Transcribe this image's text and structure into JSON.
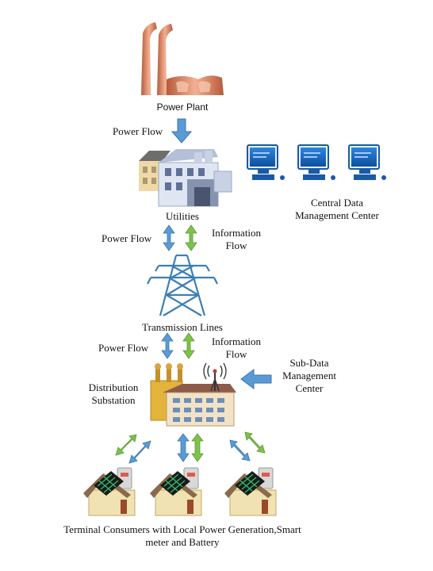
{
  "nodes": {
    "power_plant": "Power Plant",
    "utilities": "Utilities",
    "central_data_center_line1": "Central Data",
    "central_data_center_line2": "Management Center",
    "transmission_lines": "Transmission Lines",
    "distribution_substation_line1": "Distribution",
    "distribution_substation_line2": "Substation",
    "sub_data_center_line1": "Sub-Data",
    "sub_data_center_line2": "Management",
    "sub_data_center_line3": "Center",
    "consumers_line1": "Terminal Consumers with Local Power Generation,Smart",
    "consumers_line2": "meter and Battery"
  },
  "flows": {
    "power_flow_1": "Power Flow",
    "power_flow_2": "Power Flow",
    "info_flow_2_line1": "Information",
    "info_flow_2_line2": "Flow",
    "power_flow_3": "Power Flow",
    "info_flow_3_line1": "Information",
    "info_flow_3_line2": "Flow"
  },
  "colors": {
    "power_arrow": "#5b9bd5",
    "info_arrow": "#7dc24b",
    "plant": "#d98b6a",
    "monitor": "#1d6fc4",
    "tower": "#3b7fb6"
  }
}
